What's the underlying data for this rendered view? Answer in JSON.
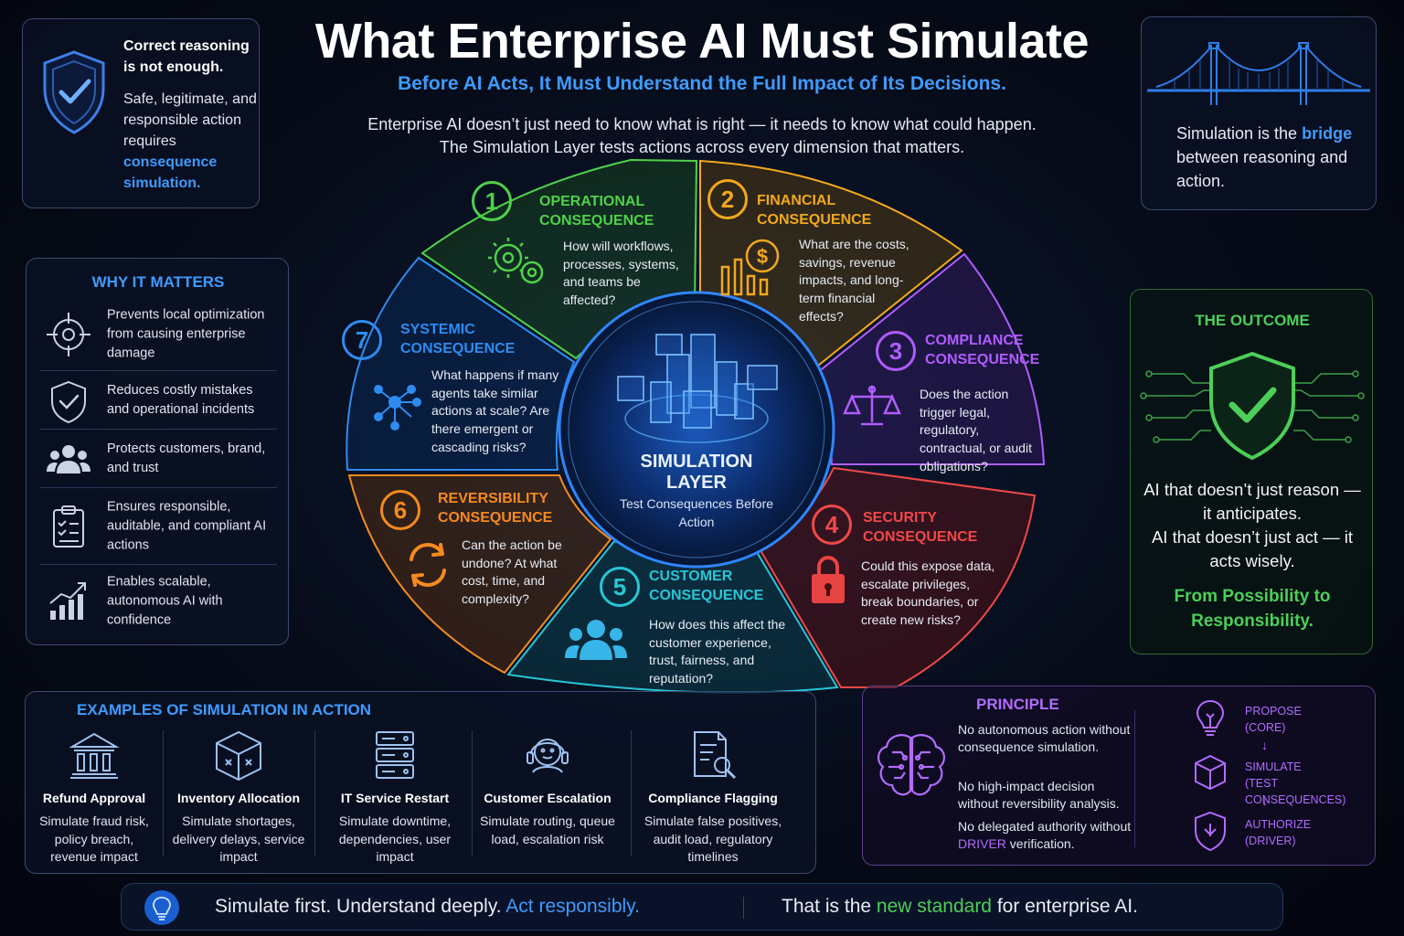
{
  "header": {
    "title": "What Enterprise AI Must Simulate",
    "subtitle": "Before AI Acts, It Must Understand the Full Impact of Its Decisions.",
    "intro_line1": "Enterprise AI doesn’t just need to know what is right — it needs to know what could happen.",
    "intro_line2": "The Simulation Layer tests actions across every dimension that matters."
  },
  "correct_panel": {
    "icon": "shield-check-icon",
    "line1": "Correct reasoning is not enough.",
    "line2": "Safe, legitimate, and responsible action requires",
    "line3": "consequence simulation."
  },
  "bridge_panel": {
    "icon": "bridge-icon",
    "pre": "Simulation is the",
    "highlight": "bridge",
    "post": "between reasoning and action."
  },
  "why_panel": {
    "heading": "WHY IT MATTERS",
    "items": [
      {
        "icon": "target-icon",
        "text": "Prevents local optimization from causing enterprise damage"
      },
      {
        "icon": "shield-check-icon",
        "text": "Reduces costly mistakes and operational incidents"
      },
      {
        "icon": "people-icon",
        "text": "Protects customers, brand, and trust"
      },
      {
        "icon": "clipboard-icon",
        "text": "Ensures responsible, auditable, and compliant AI actions"
      },
      {
        "icon": "growth-chart-icon",
        "text": "Enables scalable, autonomous AI with confidence"
      }
    ]
  },
  "wheel": {
    "center_title": "SIMULATION LAYER",
    "center_subtitle": "Test Consequences Before Action",
    "segments": [
      {
        "num": "1",
        "title": "OPERATIONAL CONSEQUENCE",
        "desc": "How will workflows, processes, systems, and teams be affected?",
        "icon": "gears-icon",
        "color": "#4fd14a"
      },
      {
        "num": "2",
        "title": "FINANCIAL CONSEQUENCE",
        "desc": "What are the costs, savings, revenue impacts, and long-term financial effects?",
        "icon": "dollar-chart-icon",
        "color": "#f2a81d"
      },
      {
        "num": "3",
        "title": "COMPLIANCE CONSEQUENCE",
        "desc": "Does the action trigger legal, regulatory, contractual, or audit obligations?",
        "icon": "scales-icon",
        "color": "#b05cff"
      },
      {
        "num": "4",
        "title": "SECURITY CONSEQUENCE",
        "desc": "Could this expose data, escalate privileges, break boundaries, or create new risks?",
        "icon": "padlock-icon",
        "color": "#f04848"
      },
      {
        "num": "5",
        "title": "CUSTOMER CONSEQUENCE",
        "desc": "How does this affect the customer experience, trust, fairness, and reputation?",
        "icon": "people-icon",
        "color": "#27c6d6"
      },
      {
        "num": "6",
        "title": "REVERSIBILITY CONSEQUENCE",
        "desc": "Can the action be undone? At what cost, time, and complexity?",
        "icon": "refresh-icon",
        "color": "#f58a1f"
      },
      {
        "num": "7",
        "title": "SYSTEMIC CONSEQUENCE",
        "desc": "What happens if many agents take similar actions at scale? Are there emergent or cascading risks?",
        "icon": "network-icon",
        "color": "#2e8cf0"
      }
    ]
  },
  "outcome_panel": {
    "heading": "THE OUTCOME",
    "icon": "shield-check-icon",
    "line1": "AI that doesn’t just reason — it anticipates.",
    "line2": "AI that doesn’t just act — it acts wisely.",
    "line3": "From Possibility to Responsibility."
  },
  "examples_panel": {
    "heading": "EXAMPLES OF SIMULATION IN ACTION",
    "items": [
      {
        "icon": "bank-icon",
        "name": "Refund Approval",
        "desc": "Simulate fraud risk, policy breach, revenue impact"
      },
      {
        "icon": "box-icon",
        "name": "Inventory Allocation",
        "desc": "Simulate shortages, delivery delays, service impact"
      },
      {
        "icon": "server-icon",
        "name": "IT Service Restart",
        "desc": "Simulate downtime, dependencies, user impact"
      },
      {
        "icon": "headset-icon",
        "name": "Customer Escalation",
        "desc": "Simulate routing, queue load, escalation risk"
      },
      {
        "icon": "document-search-icon",
        "name": "Compliance Flagging",
        "desc": "Simulate false positives, audit load, regulatory timelines"
      }
    ]
  },
  "principle_panel": {
    "heading": "PRINCIPLE",
    "icon": "brain-icon",
    "rule1": "No autonomous action without consequence simulation.",
    "rule2": "No high-impact decision without reversibility analysis.",
    "rule3_pre": "No delegated authority without",
    "rule3_hl": "DRIVER",
    "rule3_post": "verification.",
    "steps": [
      {
        "icon": "lightbulb-icon",
        "label": "PROPOSE",
        "sub": "(CORE)"
      },
      {
        "icon": "cube-icon",
        "label": "SIMULATE",
        "sub": "(TEST CONSEQUENCES)"
      },
      {
        "icon": "shield-icon",
        "label": "AUTHORIZE",
        "sub": "(DRIVER)"
      }
    ],
    "arrow": "↓"
  },
  "bottom_bar": {
    "icon": "lightbulb-icon",
    "left_pre": "Simulate first. Understand deeply.",
    "left_hl": "Act responsibly.",
    "right_pre": "That is the",
    "right_hl": "new standard",
    "right_post": "for enterprise AI."
  },
  "colors": {
    "accent_blue": "#3f9bff",
    "accent_green": "#4ccf58",
    "accent_purple": "#b26cff"
  }
}
